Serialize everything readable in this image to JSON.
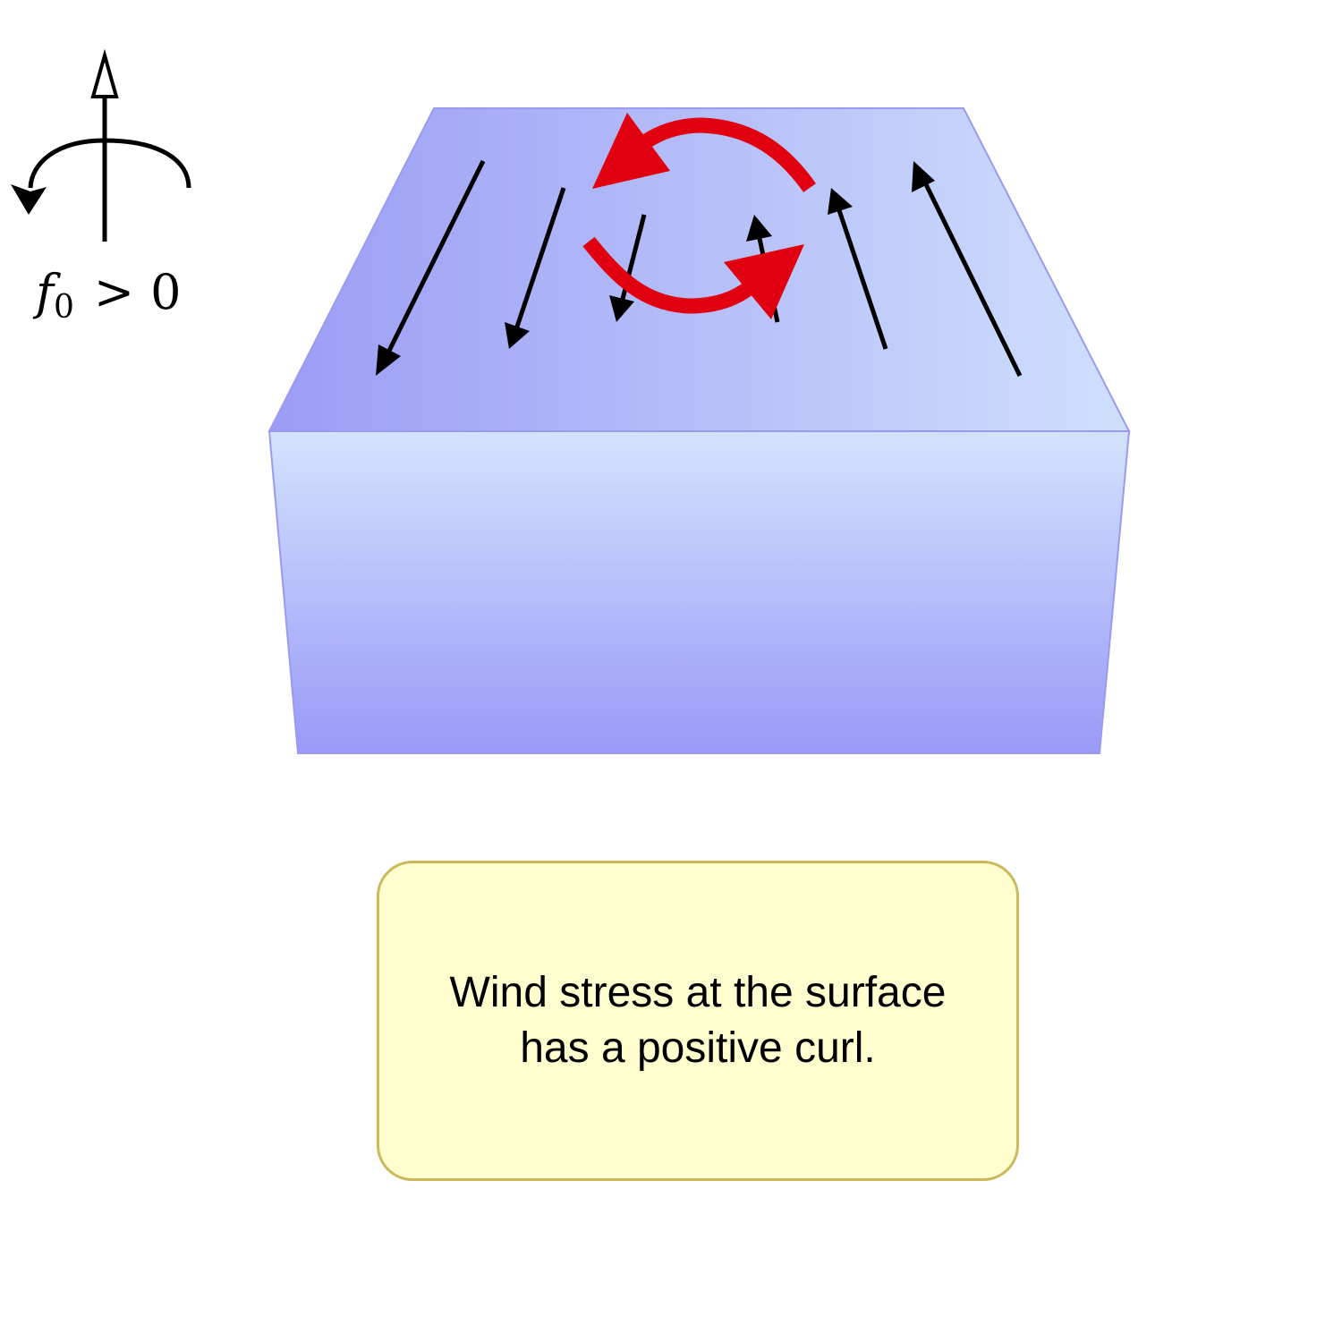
{
  "rotation_label": {
    "variable": "f",
    "subscript": "0",
    "operator": ">",
    "value": "0"
  },
  "note": {
    "line1": "Wind stress at the surface",
    "line2": "has a positive curl."
  },
  "colors": {
    "box_top_left": "#9b9cf5",
    "box_top_right": "#cfe0fc",
    "box_front_top": "#d3e3fd",
    "box_front_bottom": "#9999f7",
    "box_edge": "#9a9af0",
    "wind_arrow": "#000000",
    "curl_arrow": "#e0000f",
    "note_fill": "#fffecf",
    "note_border": "#cdb85a"
  },
  "icons": {
    "rotation_axis": "rotation-axis-icon",
    "curl": "counterclockwise-curl-icon"
  }
}
